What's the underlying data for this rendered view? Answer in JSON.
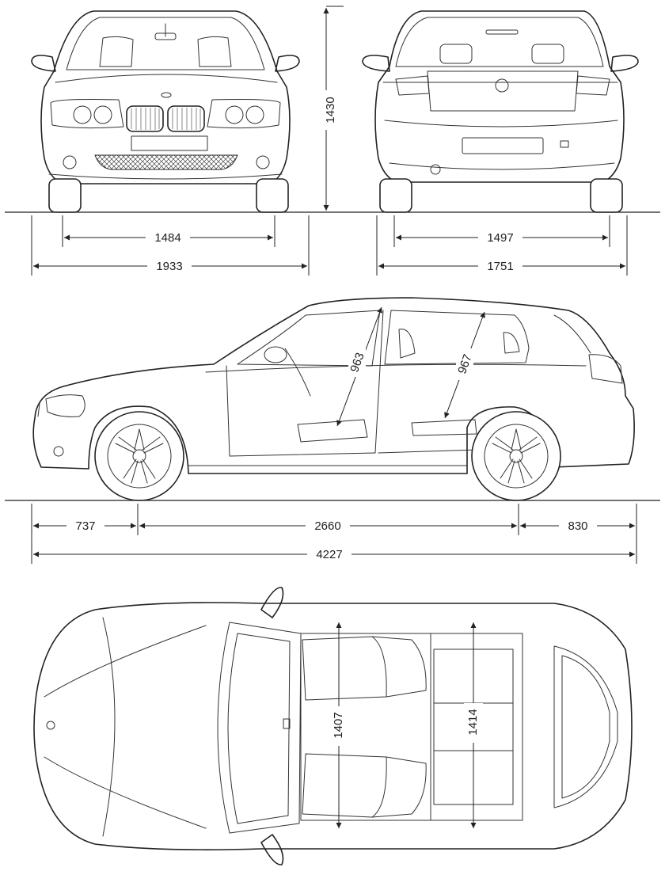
{
  "views": {
    "front": {
      "dimensions": {
        "track": "1484",
        "width": "1933",
        "height": "1430"
      }
    },
    "rear": {
      "dimensions": {
        "track": "1497",
        "width": "1751"
      }
    },
    "side": {
      "dimensions": {
        "front_headroom": "963",
        "rear_headroom": "967",
        "front_overhang": "737",
        "wheelbase": "2660",
        "rear_overhang": "830",
        "length": "4227"
      }
    },
    "top": {
      "dimensions": {
        "front_shoulder_width": "1407",
        "rear_shoulder_width": "1414"
      }
    }
  },
  "colors": {
    "line": "#222222",
    "background": "#ffffff"
  }
}
